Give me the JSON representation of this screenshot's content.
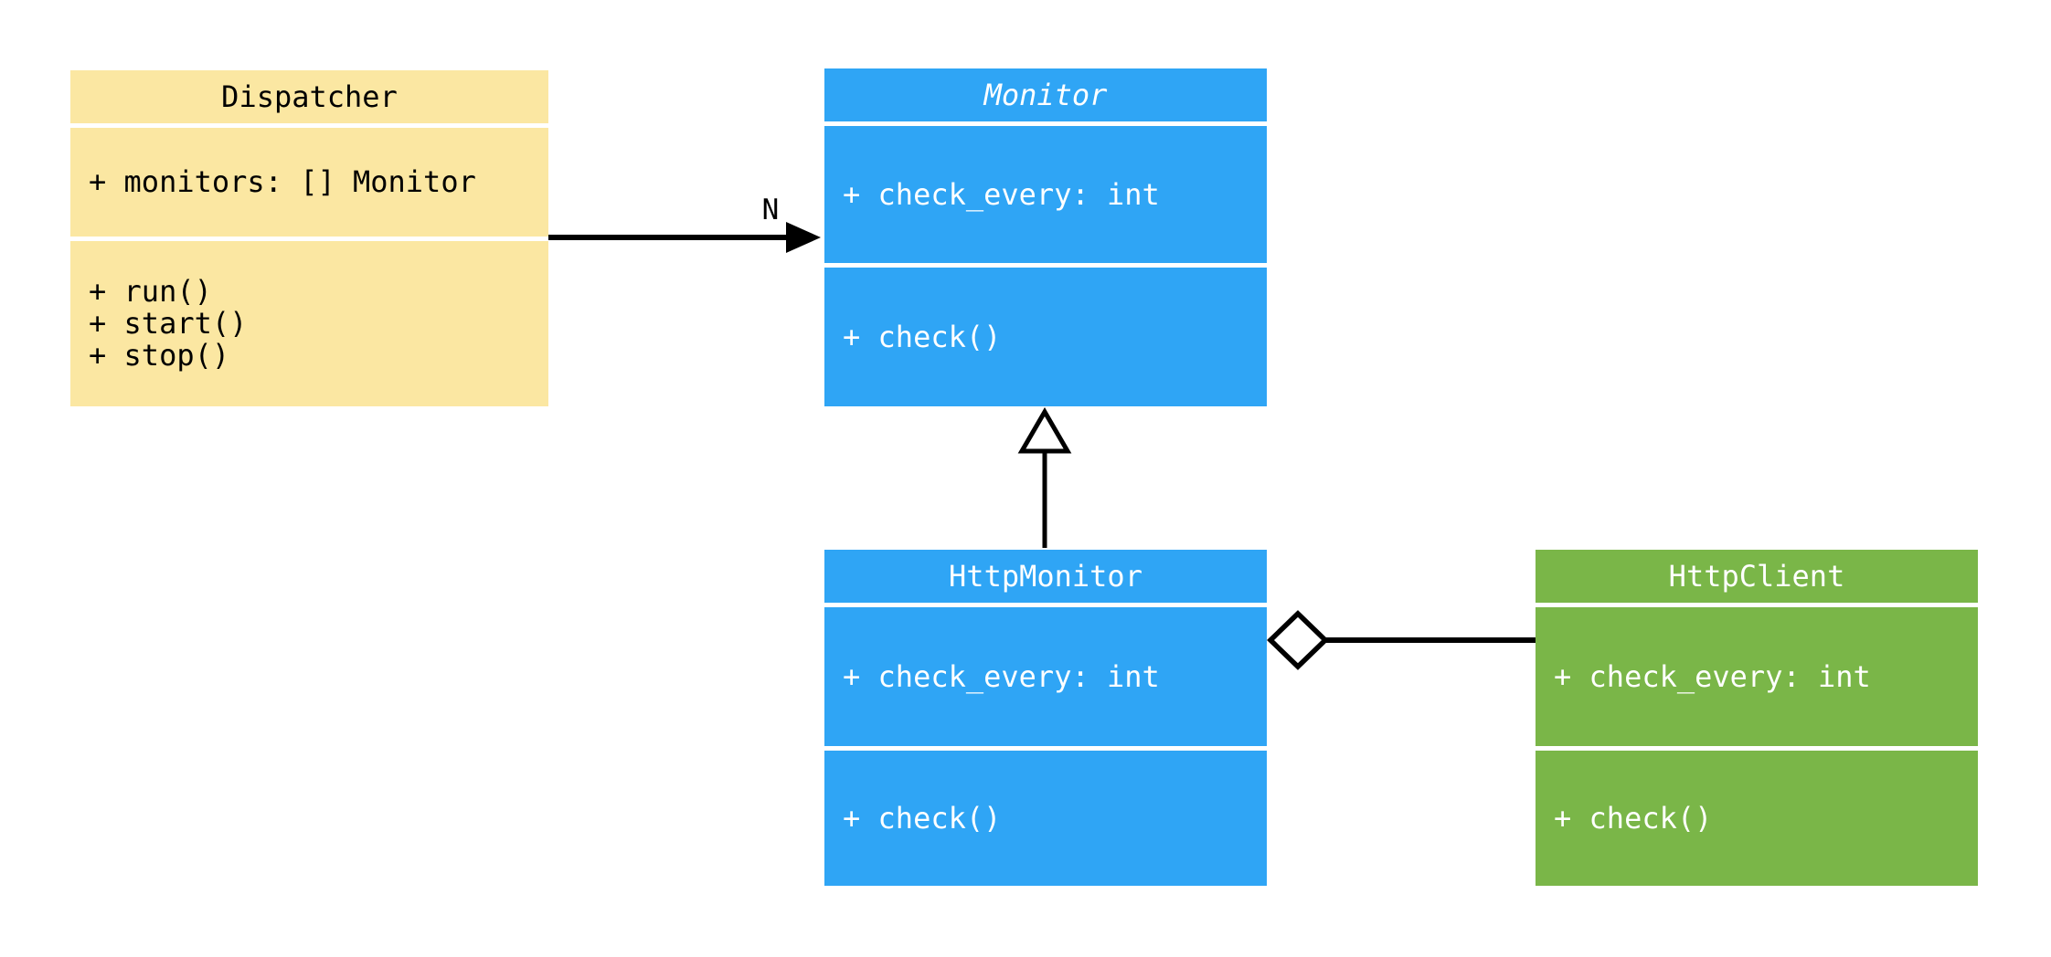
{
  "diagram": {
    "kind": "uml-class-diagram",
    "background_color": "#FFFFFF",
    "line_color": "#000000"
  },
  "classes": {
    "dispatcher": {
      "name": "Dispatcher",
      "stereotype": "class",
      "fill": "#FBE7A2",
      "text_color": "#000000",
      "attributes": [
        "+ monitors: [] Monitor"
      ],
      "methods": [
        "+ run()",
        "+ start()",
        "+ stop()"
      ]
    },
    "monitor": {
      "name": "Monitor",
      "stereotype": "abstract class",
      "fill": "#2FA5F5",
      "text_color": "#FFFFFF",
      "attributes": [
        "+ check_every: int"
      ],
      "methods": [
        "+ check()"
      ]
    },
    "httpMonitor": {
      "name": "HttpMonitor",
      "stereotype": "class",
      "fill": "#2FA5F5",
      "text_color": "#FFFFFF",
      "attributes": [
        "+ check_every: int"
      ],
      "methods": [
        "+ check()"
      ]
    },
    "httpClient": {
      "name": "HttpClient",
      "stereotype": "class",
      "fill": "#7AB648",
      "text_color": "#FFFFFF",
      "attributes": [
        "+ check_every: int"
      ],
      "methods": [
        "+ check()"
      ]
    }
  },
  "relationships": [
    {
      "from": "Dispatcher",
      "to": "Monitor",
      "type": "directed-association",
      "label": "N"
    },
    {
      "from": "HttpMonitor",
      "to": "Monitor",
      "type": "inheritance",
      "label": ""
    },
    {
      "from": "HttpMonitor",
      "to": "HttpClient",
      "type": "aggregation",
      "label": ""
    }
  ]
}
